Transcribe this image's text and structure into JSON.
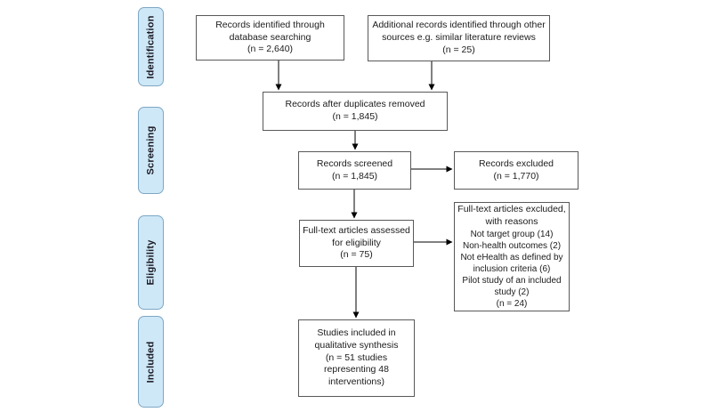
{
  "colors": {
    "background": "#ffffff",
    "stage_fill": "#cfe8f7",
    "stage_border": "#7da7c4",
    "stage_text": "#1a1a24",
    "box_border": "#595959",
    "box_text": "#1b1b1b",
    "arrow": "#000000"
  },
  "sidebar": {
    "stages": [
      {
        "label": "Identification"
      },
      {
        "label": "Screening"
      },
      {
        "label": "Eligibility"
      },
      {
        "label": "Included"
      }
    ]
  },
  "flow": {
    "boxes": [
      {
        "text": "Records identified through\ndatabase searching\n(n = 2,640)"
      },
      {
        "text": "Additional records identified through other\nsources e.g. similar literature reviews\n(n = 25)"
      },
      {
        "text": "Records after duplicates removed\n(n = 1,845)"
      },
      {
        "text": "Records screened\n(n = 1,845)"
      },
      {
        "text": "Records excluded\n(n = 1,770)"
      },
      {
        "text": "Full-text articles assessed\nfor eligibility\n(n = 75)"
      },
      {
        "header": "Full-text articles excluded,\nwith reasons",
        "reasons": "Not target group (14)\nNon-health outcomes (2)\nNot eHealth as defined by\ninclusion criteria (6)\nPilot study of an included\nstudy (2)\n(n = 24)"
      },
      {
        "text": "Studies included in\nqualitative synthesis\n(n = 51 studies\nrepresenting 48\ninterventions)"
      }
    ]
  }
}
